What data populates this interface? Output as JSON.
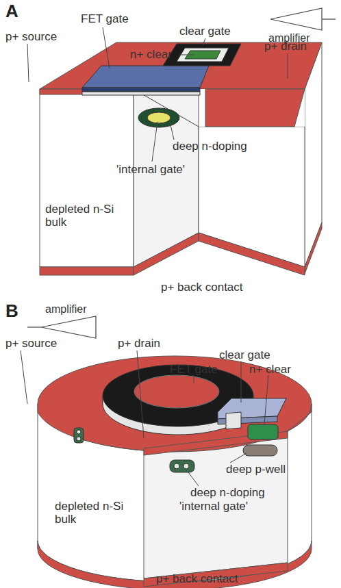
{
  "diagram": {
    "labels": [
      "A",
      "FET gate",
      "clear gate",
      "amplifier",
      "p+ source",
      "n+ clear",
      "p+ drain",
      "deep n-doping",
      "'internal gate'",
      "depleted n-Si bulk",
      "p+ back contact",
      "B",
      "amplifier",
      "p+ source",
      "p+ drain",
      "clear gate",
      "FET gate",
      "n+ clear",
      "deep p-well",
      "deep n-doping",
      "'internal gate'",
      "depleted n-Si bulk",
      "p+ back contact"
    ]
  }
}
